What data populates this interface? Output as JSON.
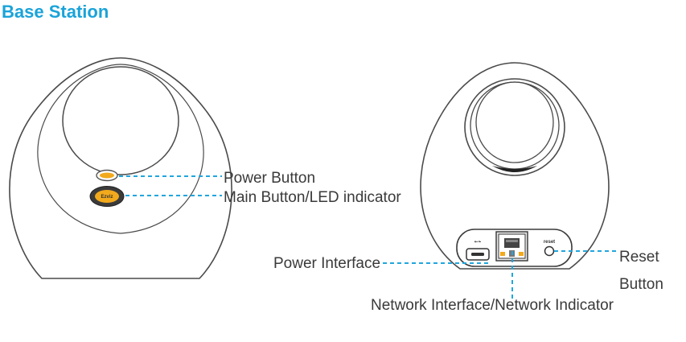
{
  "heading": "Base Station",
  "front": {
    "power_button": "Power Button",
    "main_button": "Main Button/LED indicator",
    "main_button_mark": "Ezviz"
  },
  "back": {
    "power_interface": "Power Interface",
    "network_interface": "Network Interface/Network Indicator",
    "reset_line1": "Reset",
    "reset_line2": "Button",
    "reset_port_mark": "reset",
    "usb_port_mark": "⭠⌁"
  },
  "colors": {
    "heading": "#1aa3d9",
    "leader_line": "#21a6dd",
    "indicator": "#f2a91c",
    "outline": "#4a4a4a"
  }
}
